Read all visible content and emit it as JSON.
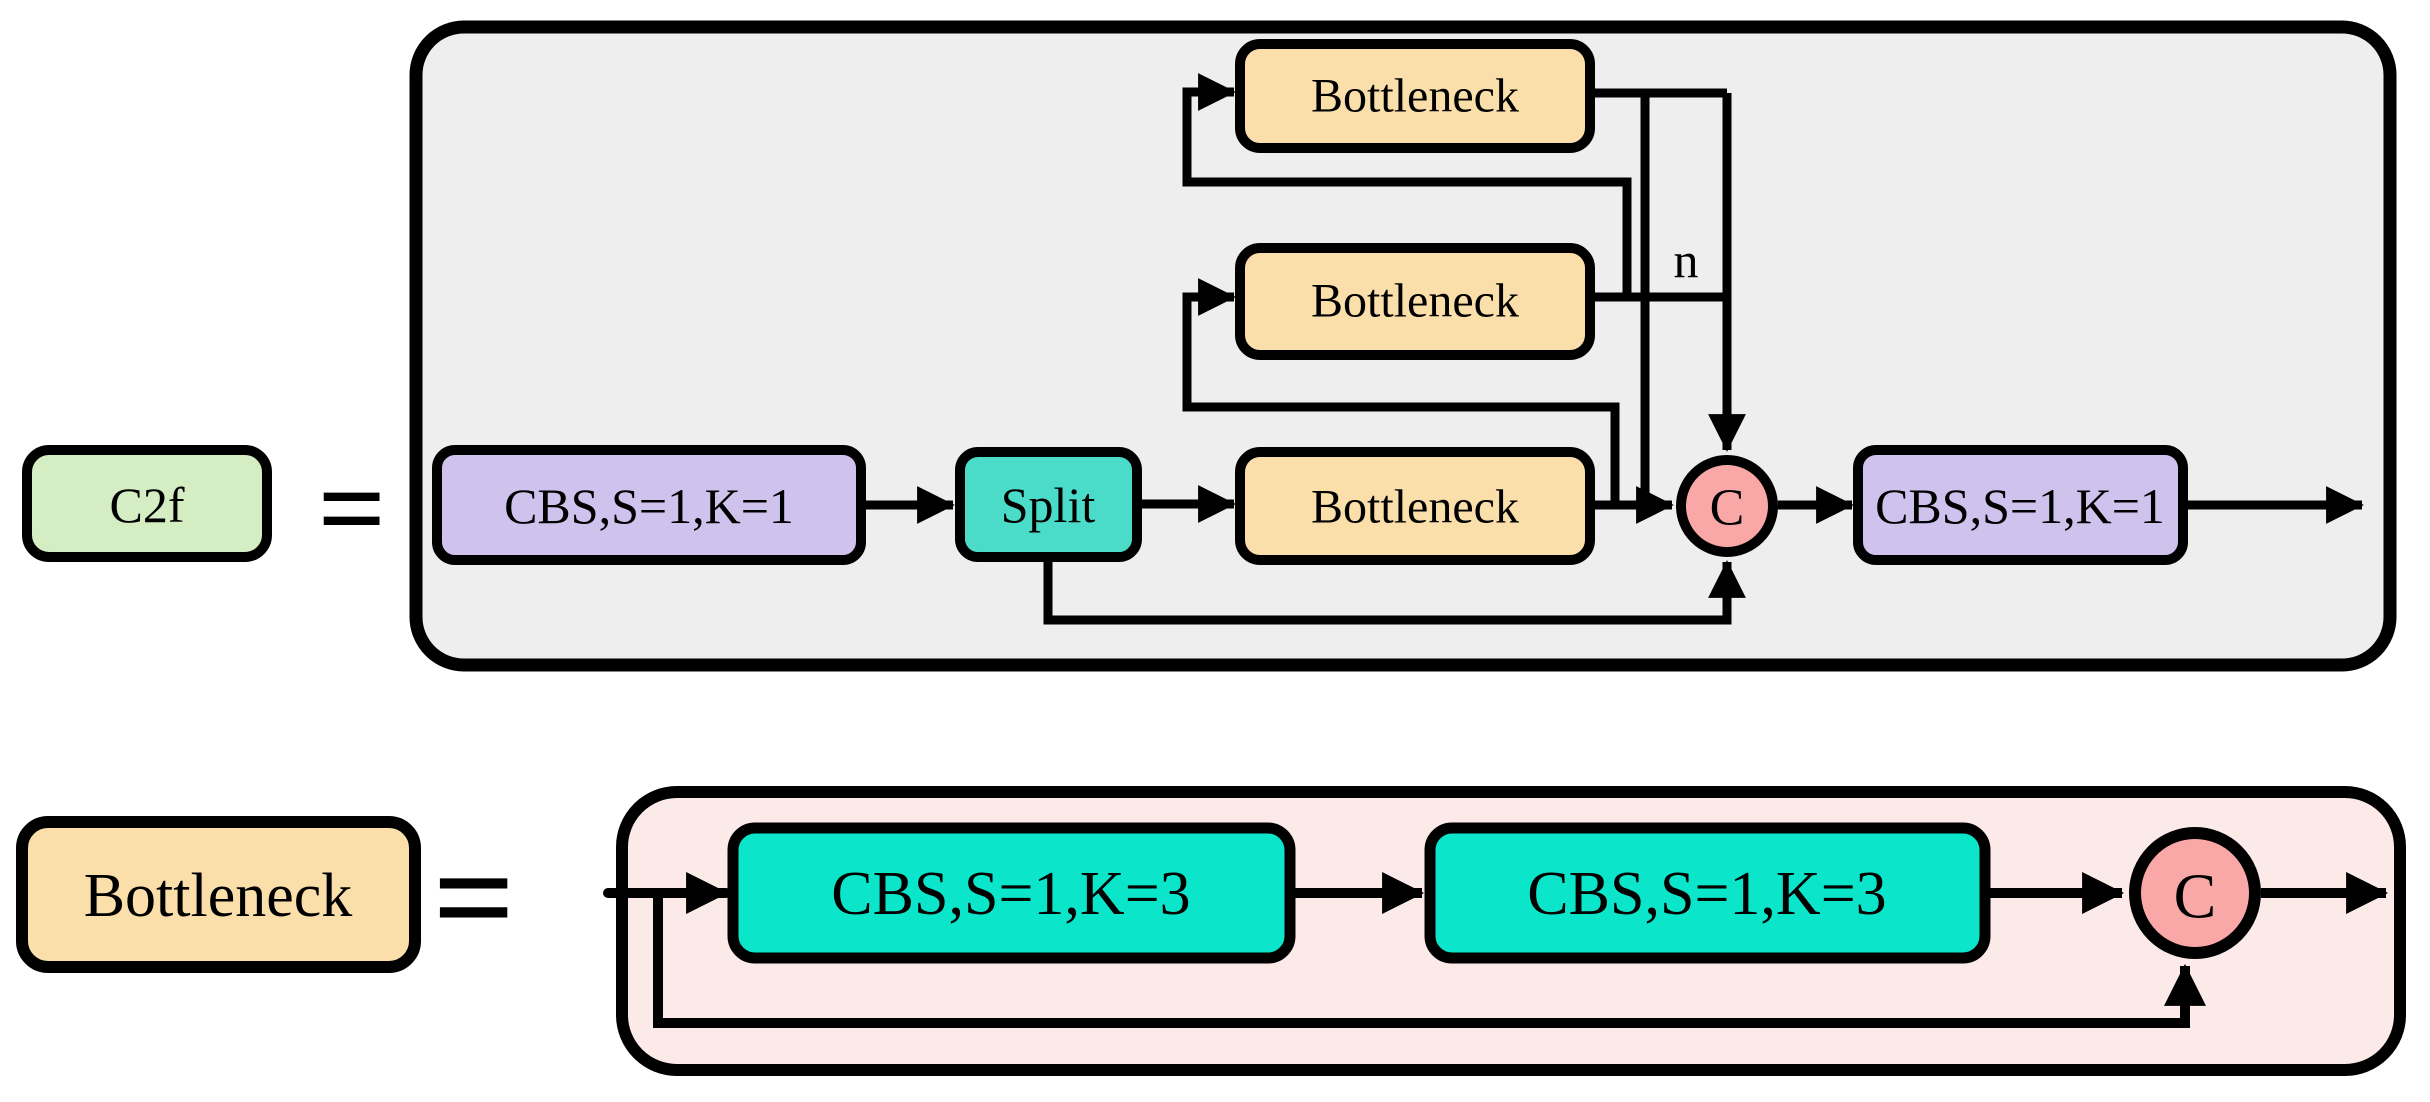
{
  "figure": {
    "kind": "architecture-diagram"
  },
  "colors": {
    "canvas_bg": "#ffffff",
    "panel_gray": "#EBEBEB",
    "panel_pink": "#FCEAE9",
    "node_green": "#D5EDC2",
    "node_orange": "#FBDFAB",
    "node_purple": "#CFC3EE",
    "node_teal": "#4ADCC9",
    "node_cyan": "#0BE6CB",
    "node_concat": "#F9A8A7",
    "line_black": "#000000"
  },
  "c2f": {
    "legend": "C2f",
    "equals": "=",
    "cbs_in": "CBS,S=1,K=1",
    "split": "Split",
    "bottleneck_top": "Bottleneck",
    "bottleneck_middle": "Bottleneck",
    "bottleneck_main": "Bottleneck",
    "concat": "C",
    "cbs_out": "CBS,S=1,K=1",
    "repeat": "n"
  },
  "bottleneck": {
    "legend": "Bottleneck",
    "equals": "=",
    "cbs_1": "CBS,S=1,K=3",
    "cbs_2": "CBS,S=1,K=3",
    "concat": "C"
  }
}
